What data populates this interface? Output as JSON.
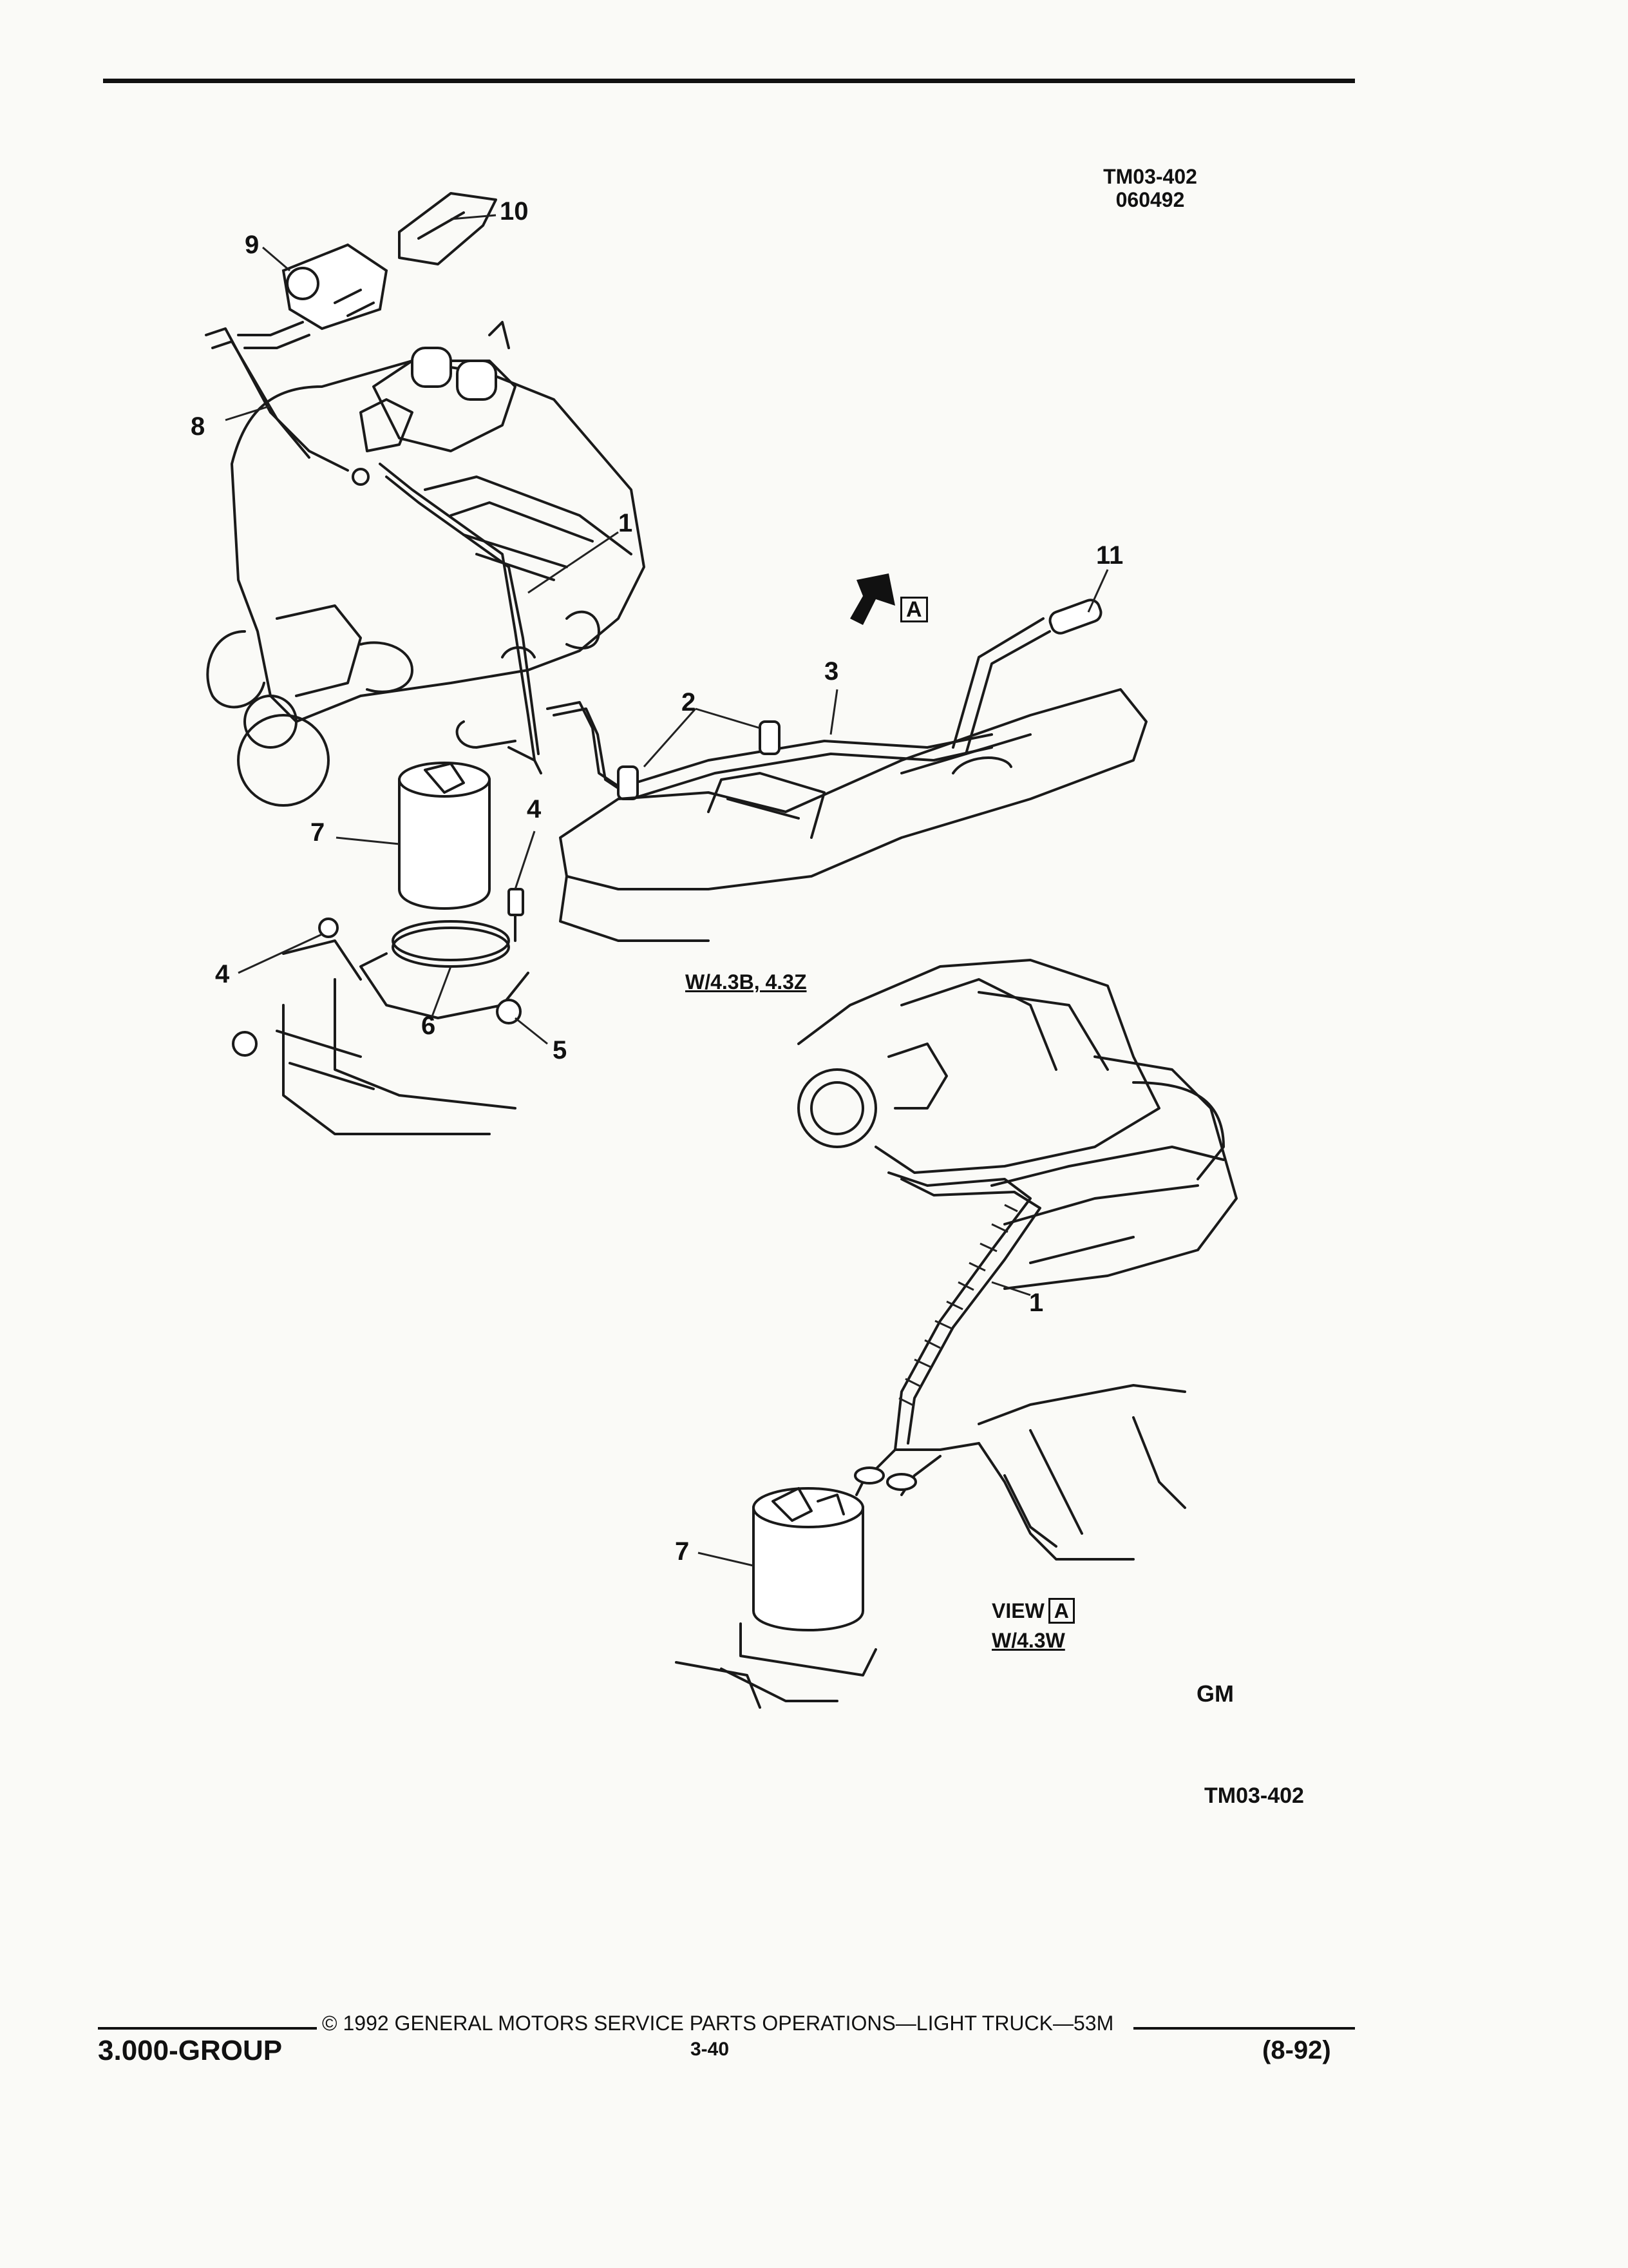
{
  "header": {
    "ref_line1": "TM03-402",
    "ref_line2": "060492"
  },
  "callouts": {
    "c1": "1",
    "c1b": "1",
    "c2": "2",
    "c3": "3",
    "c4a": "4",
    "c4b": "4",
    "c5": "5",
    "c6": "6",
    "c7a": "7",
    "c7b": "7",
    "c8": "8",
    "c9": "9",
    "c10": "10",
    "c11": "11"
  },
  "labels": {
    "view_arrow_letter": "A",
    "engine_variants": "W/4.3B, 4.3Z",
    "view_word": "VIEW",
    "view_letter": "A",
    "view_variant": "W/4.3W",
    "bottom_ref": "TM03-402",
    "logo_mark": "GM"
  },
  "footer": {
    "group": "3.000-GROUP",
    "copyright": "© 1992 GENERAL MOTORS SERVICE PARTS OPERATIONS—LIGHT TRUCK—53M",
    "page": "3-40",
    "date": "(8-92)"
  }
}
